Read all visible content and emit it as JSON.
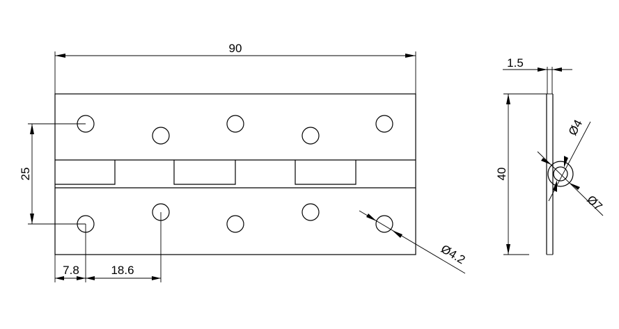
{
  "dimensions": {
    "overall_length": "90",
    "pitch_vertical": "25",
    "edge_offset": "7.8",
    "hole_pitch": "18.6",
    "hole_diameter": "Ø4.2",
    "thickness": "1.5",
    "height": "40",
    "pin_diameter": "Ø4",
    "knuckle_diameter": "Ø7"
  }
}
